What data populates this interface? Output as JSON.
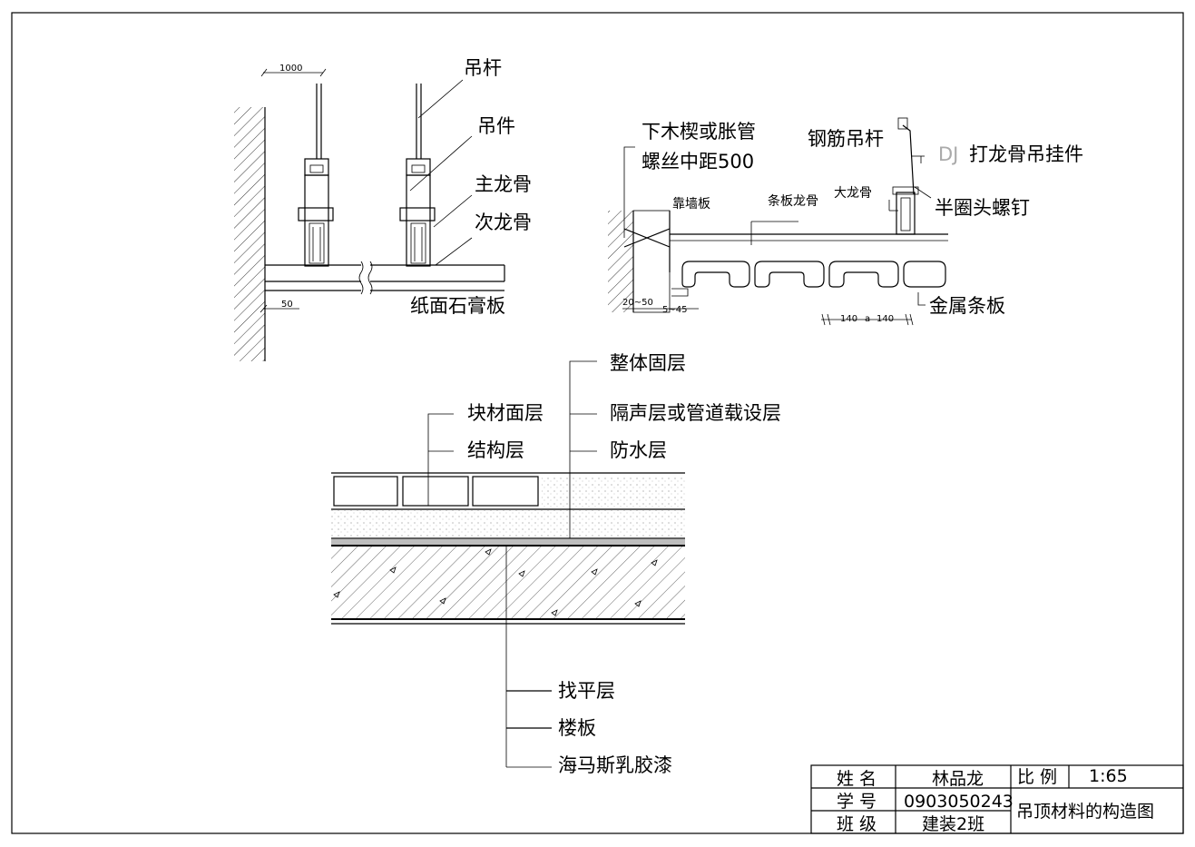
{
  "ceiling_left": {
    "dim_top": "1000",
    "dim_bottom": "50",
    "label_hanger_rod": "吊杆",
    "label_hanger": "吊件",
    "label_main_keel": "主龙骨",
    "label_secondary_keel": "次龙骨",
    "label_gypsum": "纸面石膏板"
  },
  "ceiling_right": {
    "label_plug": "下木楔或胀管",
    "label_screw_spacing": "螺丝中距500",
    "label_steel_rod": "钢筋吊杆",
    "label_dj": "DJ",
    "label_dj_text": "打龙骨吊挂件",
    "label_wall_board": "靠墙板",
    "label_strip_keel": "条板龙骨",
    "label_big_keel": "大龙骨",
    "label_screw": "半圈头螺钉",
    "label_metal_strip": "金属条板",
    "dim_20_50": "20~50",
    "dim_5_45": "5~45",
    "dim_140_a": "140",
    "dim_a": "a",
    "dim_140_b": "140"
  },
  "floor": {
    "label_integral": "整体固层",
    "label_block": "块材面层",
    "label_sound": "隔声层或管道载设层",
    "label_structure": "结构层",
    "label_waterproof": "防水层",
    "label_leveling": "找平层",
    "label_slab": "楼板",
    "label_paint": "海马斯乳胶漆"
  },
  "title_block": {
    "name_label": "姓 名",
    "name_value": "林品龙",
    "id_label": "学 号",
    "id_value": "0903050243",
    "class_label": "班 级",
    "class_value": "建装2班",
    "scale_label": "比 例",
    "scale_value": "1:65",
    "drawing_title": "吊顶材料的构造图"
  }
}
